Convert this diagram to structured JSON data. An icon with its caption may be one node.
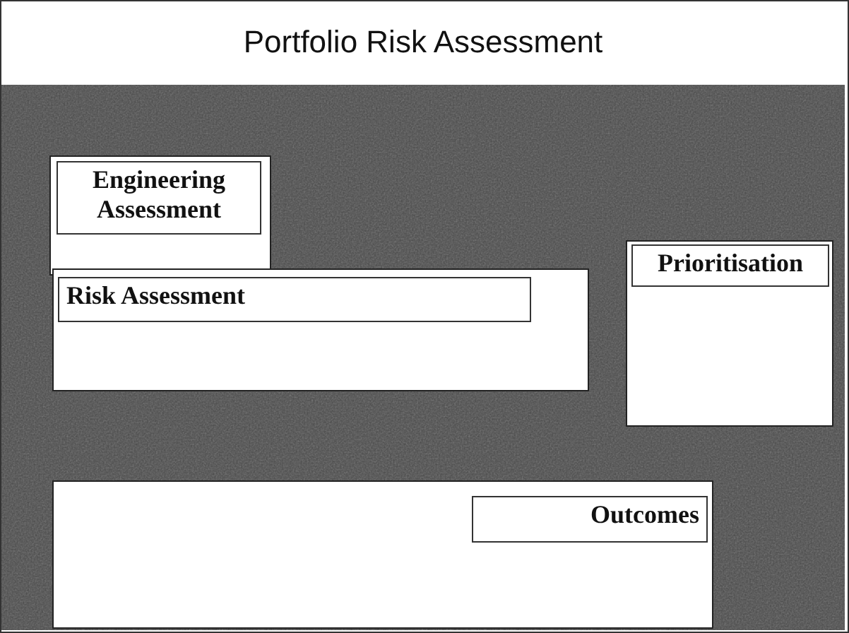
{
  "diagram": {
    "title": "Portfolio Risk Assessment",
    "nodes": [
      {
        "text": [
          "Engineering Assessment"
        ]
      },
      {
        "text": [
          "Risk Assessment"
        ]
      },
      {
        "text": [
          "Prioritisation"
        ]
      },
      {
        "text": [
          "Outcomes"
        ]
      }
    ],
    "edges": []
  }
}
